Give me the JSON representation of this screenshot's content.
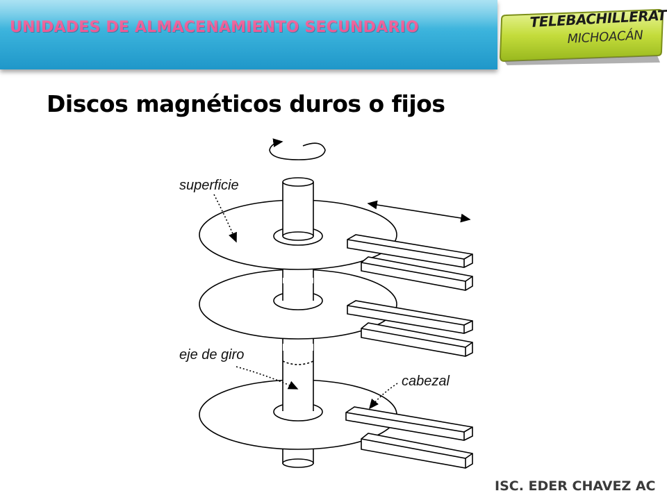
{
  "header": {
    "title": "UNIDADES DE ALMACENAMIENTO SECUNDARIO"
  },
  "logo": {
    "line1": "TELEBACHILLERATO",
    "line2": "MICHOACÁN"
  },
  "slide": {
    "heading": "Discos magnéticos duros o fijos"
  },
  "diagram": {
    "labels": {
      "surface": "superficie",
      "axis": "eje de giro",
      "head": "cabezal"
    }
  },
  "footer": {
    "author": "ISC. EDER CHAVEZ AC"
  },
  "colors": {
    "banner": "#3bb3dc",
    "title": "#ec5c96",
    "logo_green": "#b9d531"
  }
}
